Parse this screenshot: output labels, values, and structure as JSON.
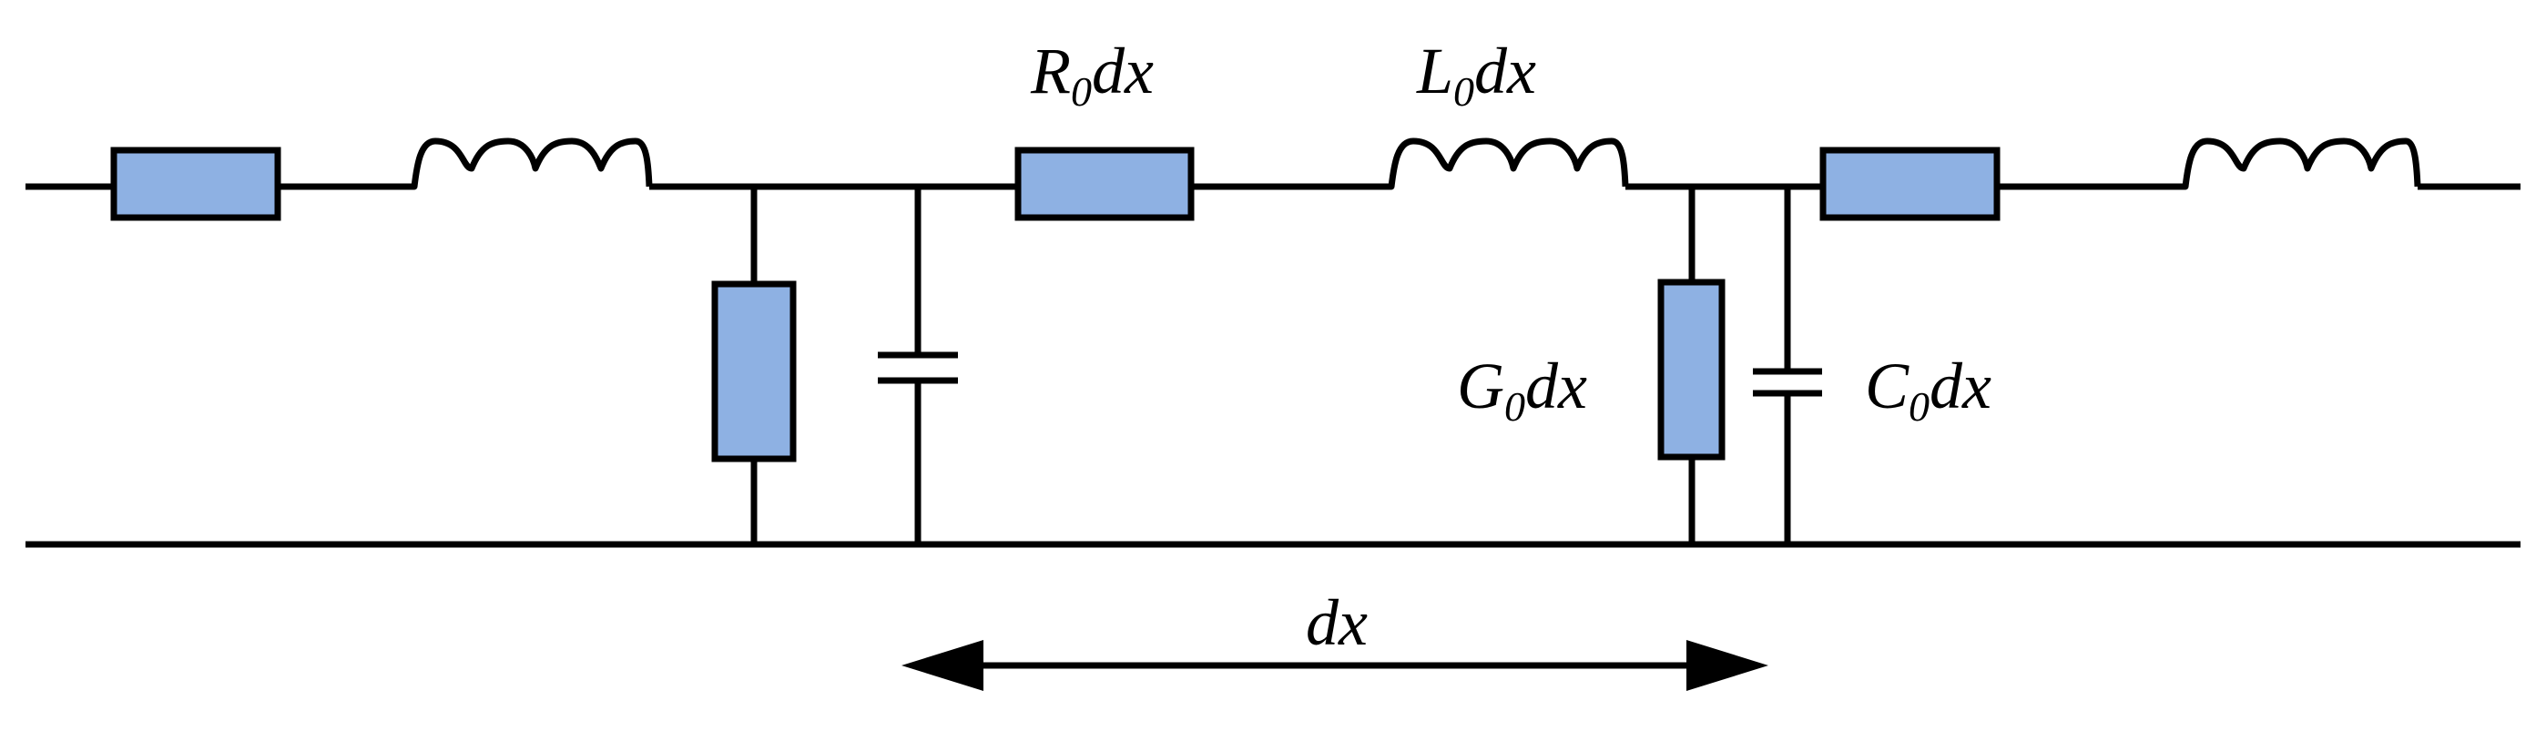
{
  "colors": {
    "component_fill": "#8EB1E3",
    "line": "#000000",
    "background": "#FFFFFF"
  },
  "labels": {
    "series_resistance": {
      "symbol": "R",
      "subscript": "0",
      "suffix": "dx"
    },
    "series_inductance": {
      "symbol": "L",
      "subscript": "0",
      "suffix": "dx"
    },
    "shunt_conductance": {
      "symbol": "G",
      "subscript": "0",
      "suffix": "dx"
    },
    "shunt_capacitance": {
      "symbol": "C",
      "subscript": "0",
      "suffix": "dx"
    },
    "segment_length": "dx"
  }
}
